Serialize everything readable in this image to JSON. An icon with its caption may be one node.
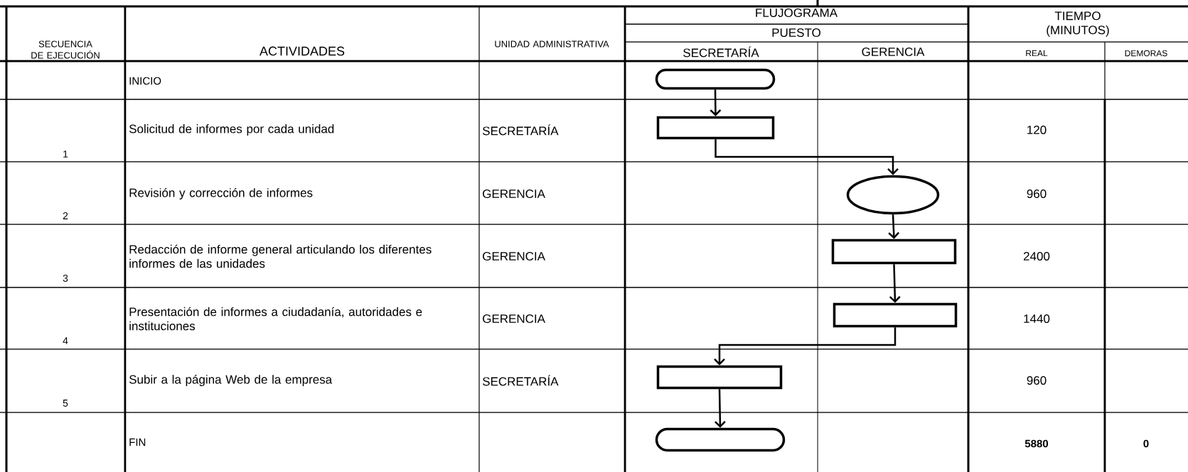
{
  "diagram": {
    "nodes": [
      {
        "text": [],
        "shape": "capsule"
      },
      {
        "text": [],
        "shape": "box"
      },
      {
        "text": [],
        "shape": "ellipse"
      },
      {
        "text": [],
        "shape": "box"
      },
      {
        "text": [],
        "shape": "box"
      },
      {
        "text": [],
        "shape": "box"
      },
      {
        "text": [],
        "shape": "capsule"
      }
    ],
    "edges": [
      {
        "from": 0,
        "to": 1,
        "arrow": "to"
      },
      {
        "from": 1,
        "to": 2,
        "arrow": "to"
      },
      {
        "from": 2,
        "to": 3,
        "arrow": "to"
      },
      {
        "from": 3,
        "to": 4,
        "arrow": "to"
      },
      {
        "from": 4,
        "to": 5,
        "arrow": "to"
      },
      {
        "from": 5,
        "to": 6,
        "arrow": "to"
      }
    ],
    "labels": [
      "SECUENCIA DE EJECUCIÓN",
      "ACTIVIDADES",
      "UNIDAD ADMINISTRATIVA",
      "FLUJOGRAMA",
      "TIEMPO (MINUTOS)",
      "PUESTO",
      "SECRETARÍA",
      "GERENCIA",
      "REAL",
      "DEMORAS",
      "INICIO",
      "1",
      "Solicitud de informes por cada unidad",
      "SECRETARÍA",
      "120",
      "2",
      "Revisión y corrección de informes",
      "GERENCIA",
      "960",
      "3",
      "Redacción de informe general articulando los diferentes informes de las unidades",
      "GERENCIA",
      "2400",
      "4",
      "Presentación de informes a ciudadanía, autoridades e instituciones",
      "GERENCIA",
      "1440",
      "5",
      "Subir a la página Web de la empresa",
      "SECRETARÍA",
      "960",
      "FIN",
      "5880",
      "0"
    ]
  }
}
